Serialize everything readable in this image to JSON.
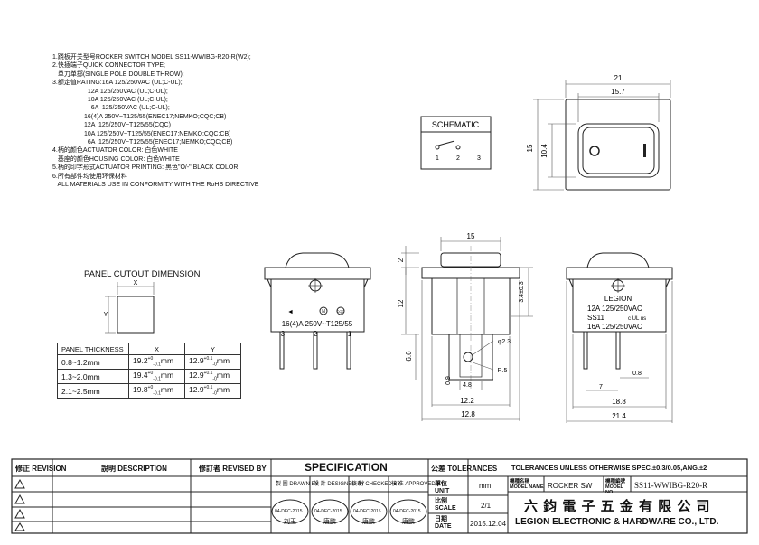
{
  "notes": [
    "1.跷板开关型号ROCKER SWITCH MODEL SS11-WWIBG-R20-R(W2);",
    "2.快插端子QUICK CONNECTOR TYPE;",
    "   单刀单掷(SINGLE POLE DOUBLE THROW);",
    "3.额定值RATING:16A 125/250VAC (UL;C-UL);",
    "                    12A 125/250VAC (UL;C-UL);",
    "                    10A 125/250VAC (UL;C-UL);",
    "                      6A  125/250VAC (UL;C-UL);",
    "                  16(4)A 250V~T125/55(ENEC17;NEMKO;CQC;CB)",
    "                  12A  125/250V~T125/55(CQC)",
    "                  10A 125/250V~T125/55(ENEC17;NEMKO;CQC;CB)",
    "                    6A  125/250V~T125/55(ENEC17;NEMKO;CQC;CB)",
    "4.柄的颜色ACTUATOR COLOR: 白色WHITE",
    "   基座的颜色HOUSING COLOR: 白色WHITE",
    "5.柄的印字形式ACTUATOR PRINTING: 黑色\"O/-\" BLACK COLOR",
    "6.所有部件均使用环保材料",
    "   ALL MATERIALS USE IN CONFORMITY WITH THE RoHS DIRECTIVE"
  ],
  "schematic": {
    "title": "SCHEMATIC",
    "pins": [
      "1",
      "2",
      "3"
    ]
  },
  "front_view": {
    "dims": {
      "w_outer": "21",
      "w_inner": "15.7",
      "h_outer": "15",
      "h_inner": "10.4"
    }
  },
  "side_left": {
    "label": "16(4)A 250V~T125/55",
    "pins": [
      "3",
      "2",
      "1"
    ]
  },
  "section_view": {
    "dims": [
      "15",
      "2",
      "12",
      "3.4±0.3",
      "6.6",
      "φ2.3",
      "R.5",
      "0.9",
      "4.8",
      "12.2",
      "12.8"
    ]
  },
  "side_right": {
    "lines": [
      "LEGION",
      "12A 125/250VAC",
      "SS11",
      "16A 125/250VAC"
    ],
    "dims": [
      "0.8",
      "7",
      "18.8",
      "21.4"
    ]
  },
  "cutout": {
    "title": "PANEL CUTOUT DIMENSION",
    "x_label": "X",
    "y_label": "Y"
  },
  "panel_table": {
    "headers": [
      "PANEL THICKNESS",
      "X",
      "Y"
    ],
    "rows": [
      [
        "0.8~1.2mm",
        "19.2",
        "12.9"
      ],
      [
        "1.3~2.0mm",
        "19.4",
        "12.9"
      ],
      [
        "2.1~2.5mm",
        "19.8",
        "12.9"
      ]
    ],
    "tol_x": "+0 / -0.1",
    "tol_y": "+0.1 / -0",
    "unit": "mm"
  },
  "title_block": {
    "revision": "修正 REVISION",
    "description": "說明 DESCRIPTION",
    "revised_by": "修訂者 REVISED BY",
    "specification": "SPECIFICATION",
    "tolerances": "公差 TOLERANCES",
    "tolerances_note": "TOLERANCES UNLESS OTHERWISE SPEC.±0.3/0.05,ANG.±2",
    "drawn_by": "製 圖 DRAWN BY",
    "designed_by": "設 計 DESIGNED BY",
    "checked_by": "校 對 CHECKED BY",
    "approved_by": "核 准 APPROVED BY",
    "stamp_dates": [
      "04-DEC-2015",
      "04-DEC-2015",
      "04-DEC-2015",
      "04-DEC-2015"
    ],
    "stamp_names": [
      "刘玉",
      "唐鹏",
      "唐鹏",
      "唐鹏"
    ],
    "unit_label": "單位 UNIT",
    "unit_value": "mm",
    "scale_label": "比例 SCALE",
    "scale_value": "2/1",
    "date_label": "日期 DATE",
    "date_value": "2015.12.04",
    "model_name_label": "機種名稱 MODEL NAME",
    "model_name_value": "ROCKER SW",
    "model_no_label": "機種編號 MODEL NO.",
    "model_no_value": "SS11-WWIBG-R20-R",
    "company_cn": "六 鈞 電 子 五 金 有 限 公 司",
    "company_en": "LEGION ELECTRONIC & HARDWARE CO., LTD."
  }
}
